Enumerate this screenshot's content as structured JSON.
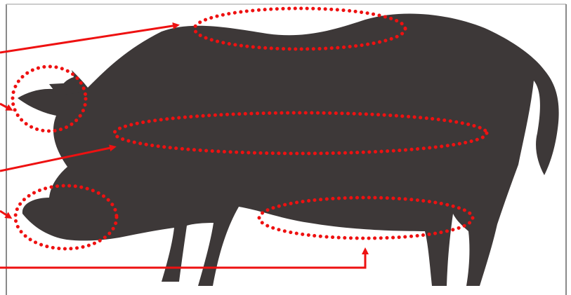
{
  "figure": {
    "subject_icon": "pig-silhouette-icon",
    "colors": {
      "silhouette": "#3d3838",
      "marker": "#ee1111",
      "frame": "#8a8a8a",
      "background": "#ffffff"
    },
    "highlighted_regions": [
      {
        "name": "back-region"
      },
      {
        "name": "ear-region"
      },
      {
        "name": "side-region"
      },
      {
        "name": "snout-region"
      },
      {
        "name": "belly-region"
      }
    ],
    "pointer_arrows_count": 5
  }
}
